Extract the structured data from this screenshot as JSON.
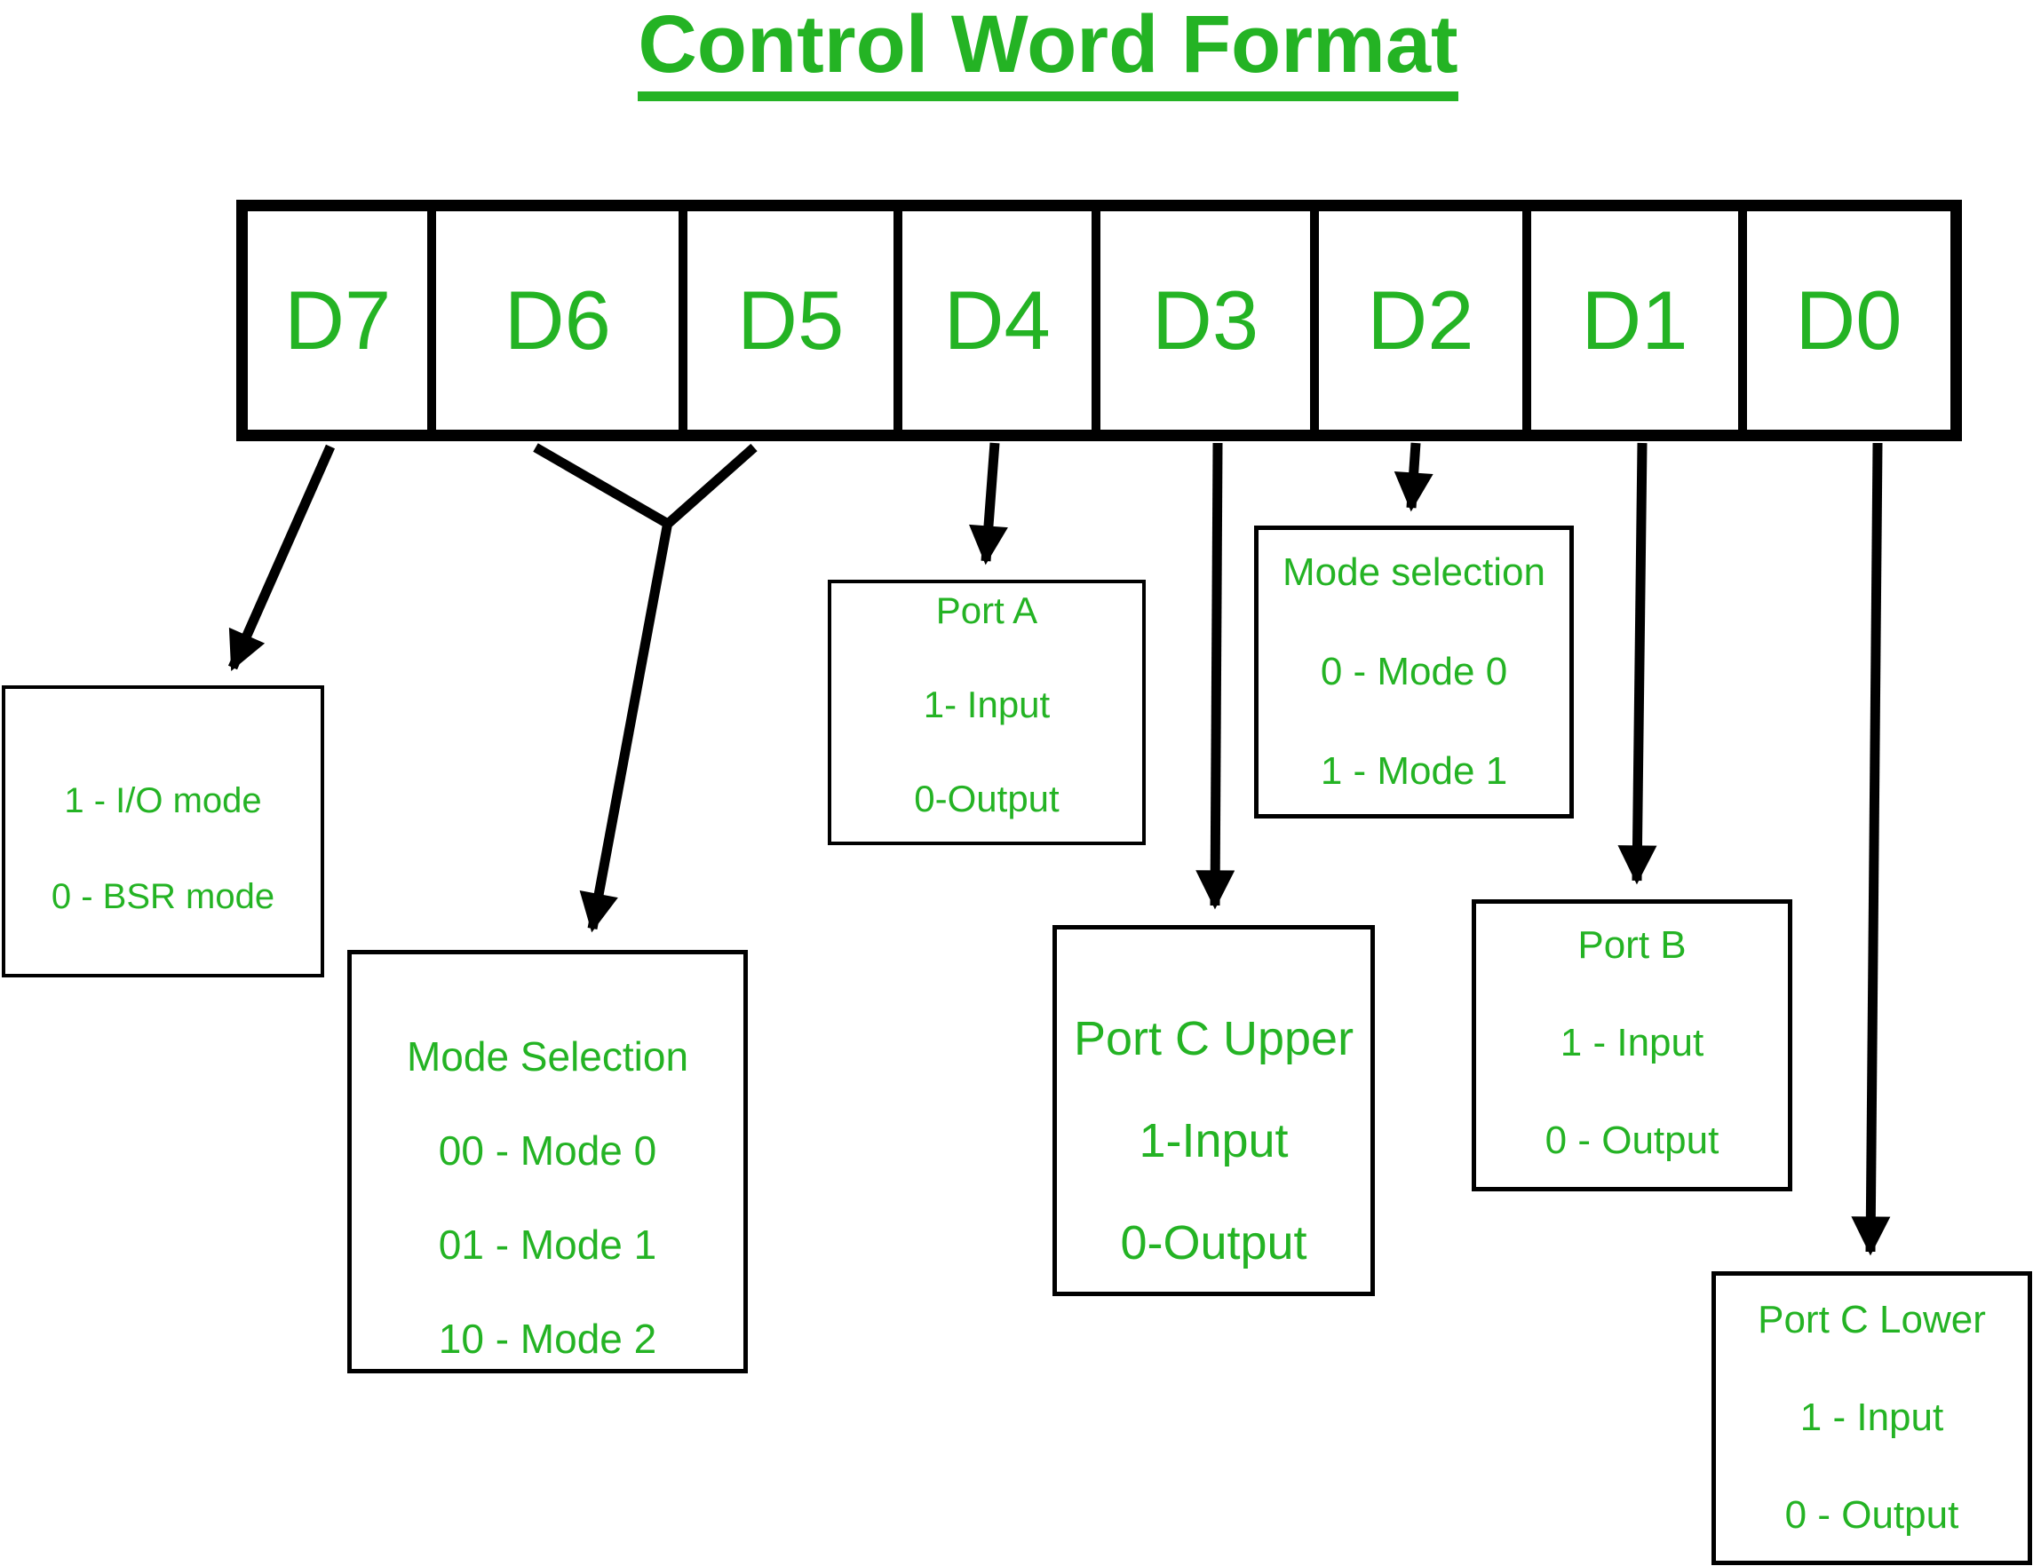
{
  "title": "Control Word Format",
  "colors": {
    "accent_green": "#24b324",
    "line_black": "#000000",
    "background": "#ffffff"
  },
  "register": {
    "bits": [
      "D7",
      "D6",
      "D5",
      "D4",
      "D3",
      "D2",
      "D1",
      "D0"
    ]
  },
  "annotations": {
    "d7": {
      "lines": [
        "1 - I/O mode",
        "0 - BSR mode"
      ]
    },
    "d6_d5": {
      "lines": [
        "Mode Selection",
        "00 - Mode 0",
        "01 - Mode 1",
        "10 - Mode 2"
      ]
    },
    "d4": {
      "lines": [
        "Port A",
        "1- Input",
        "0-Output"
      ]
    },
    "d3": {
      "lines": [
        "Port C Upper",
        "1-Input",
        "0-Output"
      ]
    },
    "d2": {
      "lines": [
        "Mode selection",
        "0 - Mode 0",
        "1 - Mode 1"
      ]
    },
    "d1": {
      "lines": [
        "Port B",
        "1 - Input",
        "0 - Output"
      ]
    },
    "d0": {
      "lines": [
        "Port C Lower",
        "1 - Input",
        "0 - Output"
      ]
    }
  }
}
